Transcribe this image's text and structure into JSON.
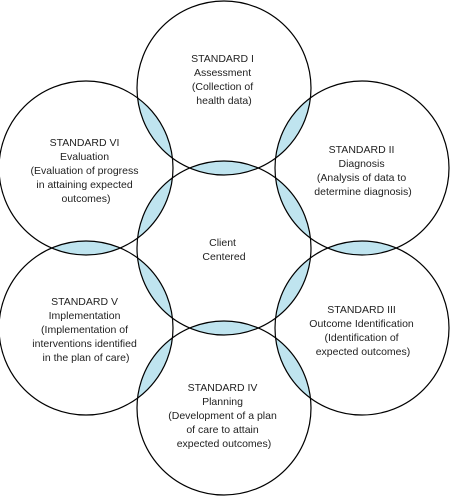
{
  "colors": {
    "circle_fill": "#ffffff",
    "circle_stroke": "#000000",
    "overlap_fill": "#bfe4ef"
  },
  "center": {
    "lines": [
      "Client",
      "Centered"
    ]
  },
  "standards": [
    {
      "lines": [
        "STANDARD I",
        "Assessment",
        "(Collection of",
        "health data)"
      ]
    },
    {
      "lines": [
        "STANDARD II",
        "Diagnosis",
        "(Analysis of data to",
        "determine diagnosis)"
      ]
    },
    {
      "lines": [
        "STANDARD III",
        "Outcome Identification",
        "(Identification of",
        "expected outcomes)"
      ]
    },
    {
      "lines": [
        "STANDARD IV",
        "Planning",
        "(Development of a plan",
        "of care to attain",
        "expected outcomes)"
      ]
    },
    {
      "lines": [
        "STANDARD V",
        "Implementation",
        "(Implementation of",
        "interventions identified",
        "in the plan of care)"
      ]
    },
    {
      "lines": [
        "STANDARD VI",
        "Evaluation",
        "(Evaluation of progress",
        "in attaining expected",
        "outcomes)"
      ]
    }
  ]
}
